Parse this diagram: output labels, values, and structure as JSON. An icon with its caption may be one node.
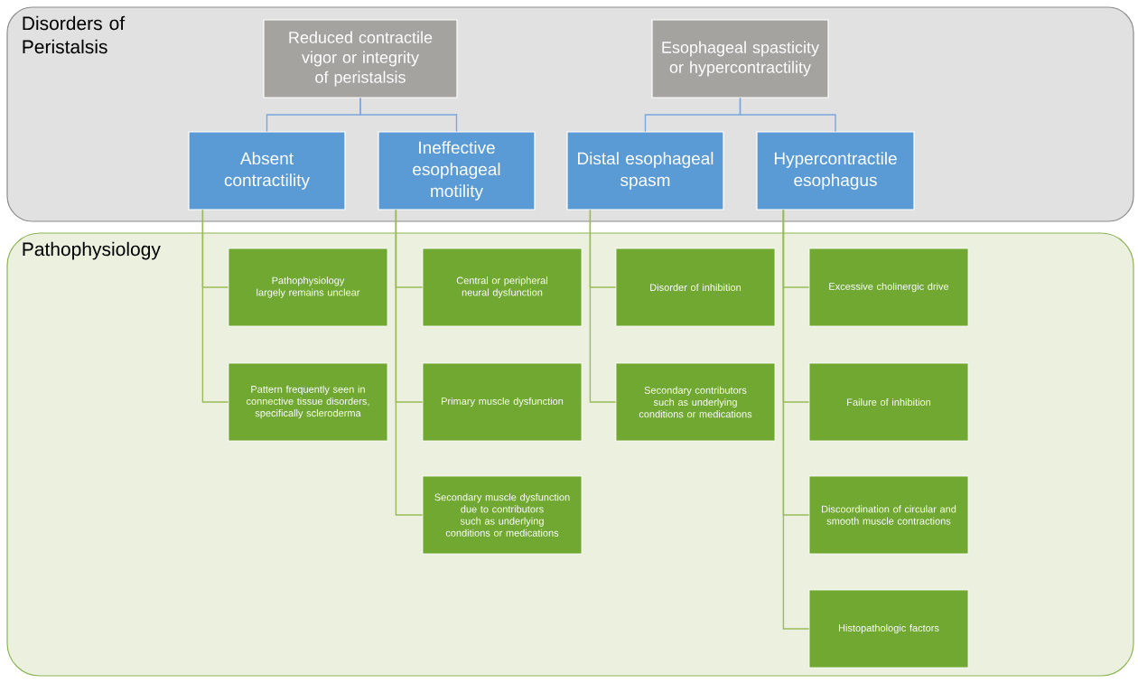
{
  "diagram": {
    "nodes": [
      {
        "text": [
          "Disorders of Peristalsis"
        ]
      },
      {
        "text": [
          "Reduced contractile vigor or integrity of peristalsis"
        ],
        "in": 0
      },
      {
        "text": [
          "Esophageal spasticity or hypercontractility"
        ],
        "in": 0
      },
      {
        "text": [
          "Absent contractility"
        ],
        "in": 0
      },
      {
        "text": [
          "Ineffective esophageal motility"
        ],
        "in": 0
      },
      {
        "text": [
          "Distal esophageal spasm"
        ],
        "in": 0
      },
      {
        "text": [
          "Hypercontractile esophagus"
        ],
        "in": 0
      },
      {
        "text": [
          "Pathophysiology"
        ]
      },
      {
        "text": [
          "Pathophysiology largely remains unclear"
        ],
        "in": 7
      },
      {
        "text": [
          "Pattern frequently seen in connective tissue disorders, specifically scleroderma"
        ],
        "in": 7
      },
      {
        "text": [
          "Central or peripheral neural dysfunction"
        ],
        "in": 7
      },
      {
        "text": [
          "Primary muscle dysfunction"
        ],
        "in": 7
      },
      {
        "text": [
          "Secondary muscle dysfunction due to contributors such as underlying conditions or medications"
        ],
        "in": 7
      },
      {
        "text": [
          "Disorder of inhibition"
        ],
        "in": 7
      },
      {
        "text": [
          "Secondary contributors such as underlying conditions or medications"
        ],
        "in": 7
      },
      {
        "text": [
          "Excessive cholinergic drive"
        ],
        "in": 7
      },
      {
        "text": [
          "Failure of inhibition"
        ],
        "in": 7
      },
      {
        "text": [
          "Discoordination of circular and smooth muscle contractions"
        ],
        "in": 7
      },
      {
        "text": [
          "Histopathologic factors"
        ],
        "in": 7
      }
    ],
    "edges": [
      {
        "from": 1,
        "to": 3,
        "arrow": "none",
        "color": "#7aa7dc"
      },
      {
        "from": 1,
        "to": 4,
        "arrow": "none",
        "color": "#7aa7dc"
      },
      {
        "from": 2,
        "to": 5,
        "arrow": "none",
        "color": "#7aa7dc"
      },
      {
        "from": 2,
        "to": 6,
        "arrow": "none",
        "color": "#7aa7dc"
      },
      {
        "from": 3,
        "to": 8,
        "arrow": "none"
      },
      {
        "from": 3,
        "to": 9,
        "arrow": "none"
      },
      {
        "from": 4,
        "to": 10,
        "arrow": "none"
      },
      {
        "from": 4,
        "to": 11,
        "arrow": "none"
      },
      {
        "from": 4,
        "to": 12,
        "arrow": "none"
      },
      {
        "from": 5,
        "to": 13,
        "arrow": "none"
      },
      {
        "from": 5,
        "to": 14,
        "arrow": "none"
      },
      {
        "from": 6,
        "to": 15,
        "arrow": "none"
      },
      {
        "from": 6,
        "to": 16,
        "arrow": "none"
      },
      {
        "from": 6,
        "to": 17,
        "arrow": "none"
      },
      {
        "from": 6,
        "to": 18,
        "arrow": "none"
      }
    ]
  }
}
